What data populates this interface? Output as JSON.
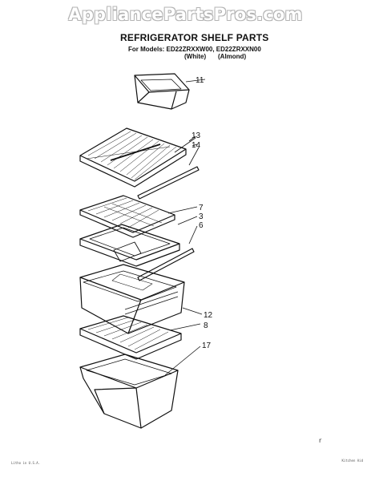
{
  "watermark": "AppliancePartsPros.com",
  "title": "REFRIGERATOR SHELF PARTS",
  "models_line": "For Models: ED22ZRXXW00, ED22ZRXXN00",
  "color_labels": [
    "(White)",
    "(Almond)"
  ],
  "callouts": [
    "11",
    "13",
    "14",
    "7",
    "3",
    "6",
    "12",
    "8",
    "17"
  ],
  "footnote_left": "Litho in U.S.A.",
  "footnote_right": "Kitchen Aid"
}
